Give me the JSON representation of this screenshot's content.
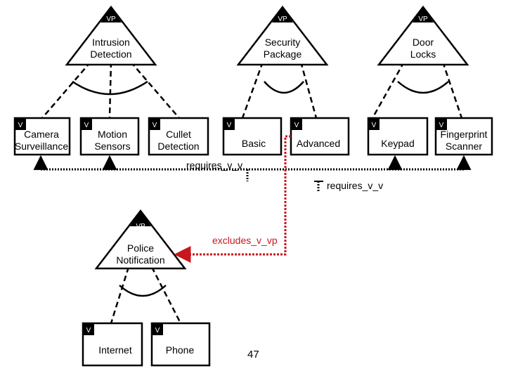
{
  "diagram": {
    "vp_tag": "VP",
    "v_tag": "V",
    "variation_points": [
      {
        "id": "intrusion",
        "label": [
          "Intrusion",
          "Detection"
        ]
      },
      {
        "id": "security",
        "label": [
          "Security",
          "Package"
        ]
      },
      {
        "id": "door",
        "label": [
          "Door",
          "Locks"
        ]
      },
      {
        "id": "police",
        "label": [
          "Police",
          "Notification"
        ]
      }
    ],
    "variants": [
      {
        "id": "camera",
        "label": [
          "Camera",
          "Surveillance"
        ]
      },
      {
        "id": "motion",
        "label": [
          "Motion",
          "Sensors"
        ]
      },
      {
        "id": "cullet",
        "label": [
          "Cullet",
          "Detection"
        ]
      },
      {
        "id": "basic",
        "label": [
          "Basic"
        ]
      },
      {
        "id": "advanced",
        "label": [
          "Advanced"
        ]
      },
      {
        "id": "keypad",
        "label": [
          "Keypad"
        ]
      },
      {
        "id": "fingerprint",
        "label": [
          "Fingerprint",
          "Scanner"
        ]
      },
      {
        "id": "internet",
        "label": [
          "Internet"
        ]
      },
      {
        "id": "phone",
        "label": [
          "Phone"
        ]
      }
    ],
    "relations": {
      "requires_label_1": "requires_v_v",
      "requires_label_2": "requires_v_v",
      "excludes_label": "excludes_v_vp"
    },
    "colors": {
      "line": "#000000",
      "excludes": "#c8171e"
    },
    "page_number": "47"
  }
}
